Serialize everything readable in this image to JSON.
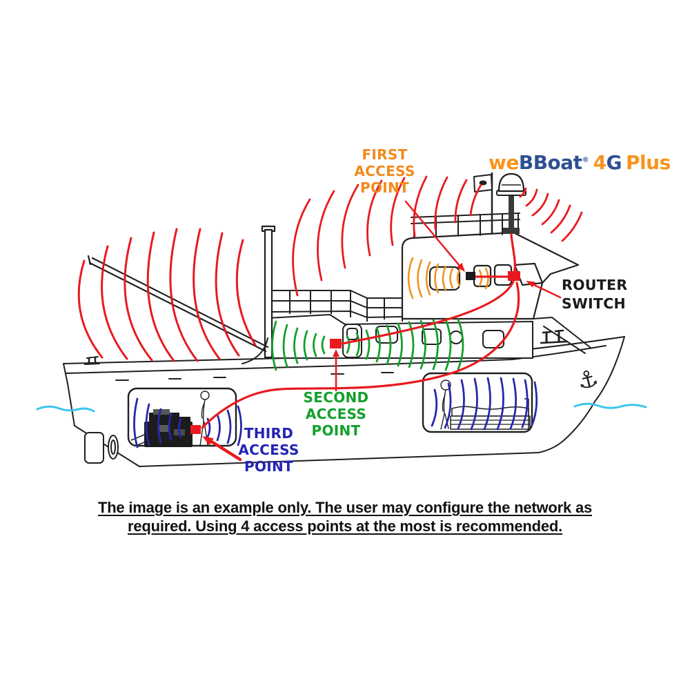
{
  "page": {
    "background": "#ffffff",
    "description": "weBBoat 4G Plus boat wifi access point network example diagram"
  },
  "logo": {
    "we": "we",
    "bboat": "BBoat",
    "registered": "®",
    "four": "4",
    "g": "G",
    "plus": "Plus"
  },
  "labels": {
    "first": "FIRST\nACCESS\nPOINT",
    "second": "SECOND\nACCESS\nPOINT",
    "third": "THIRD\nACCESS\nPOINT",
    "router": "ROUTER\nSWITCH"
  },
  "footnote": {
    "line1": "The image is an example only. The user may configure the network as",
    "line2": "required. Using 4 access points at the most is recommended."
  },
  "icons": {
    "anchor": "⚓"
  },
  "colors": {
    "signal_red": "#e81a1f",
    "signal_orange": "#f2931d",
    "signal_green": "#13a02a",
    "signal_blue": "#2727ad",
    "label_orange": "#f08a1d",
    "label_green": "#13a02a",
    "label_blue": "#2424b4",
    "label_black": "#1a1a1a",
    "logo_orange": "#f7941d",
    "logo_blue": "#2e4f92",
    "water_cyan": "#3cc5ec",
    "cable_red": "#e81a1f",
    "boat_line": "#1f1f1f"
  }
}
